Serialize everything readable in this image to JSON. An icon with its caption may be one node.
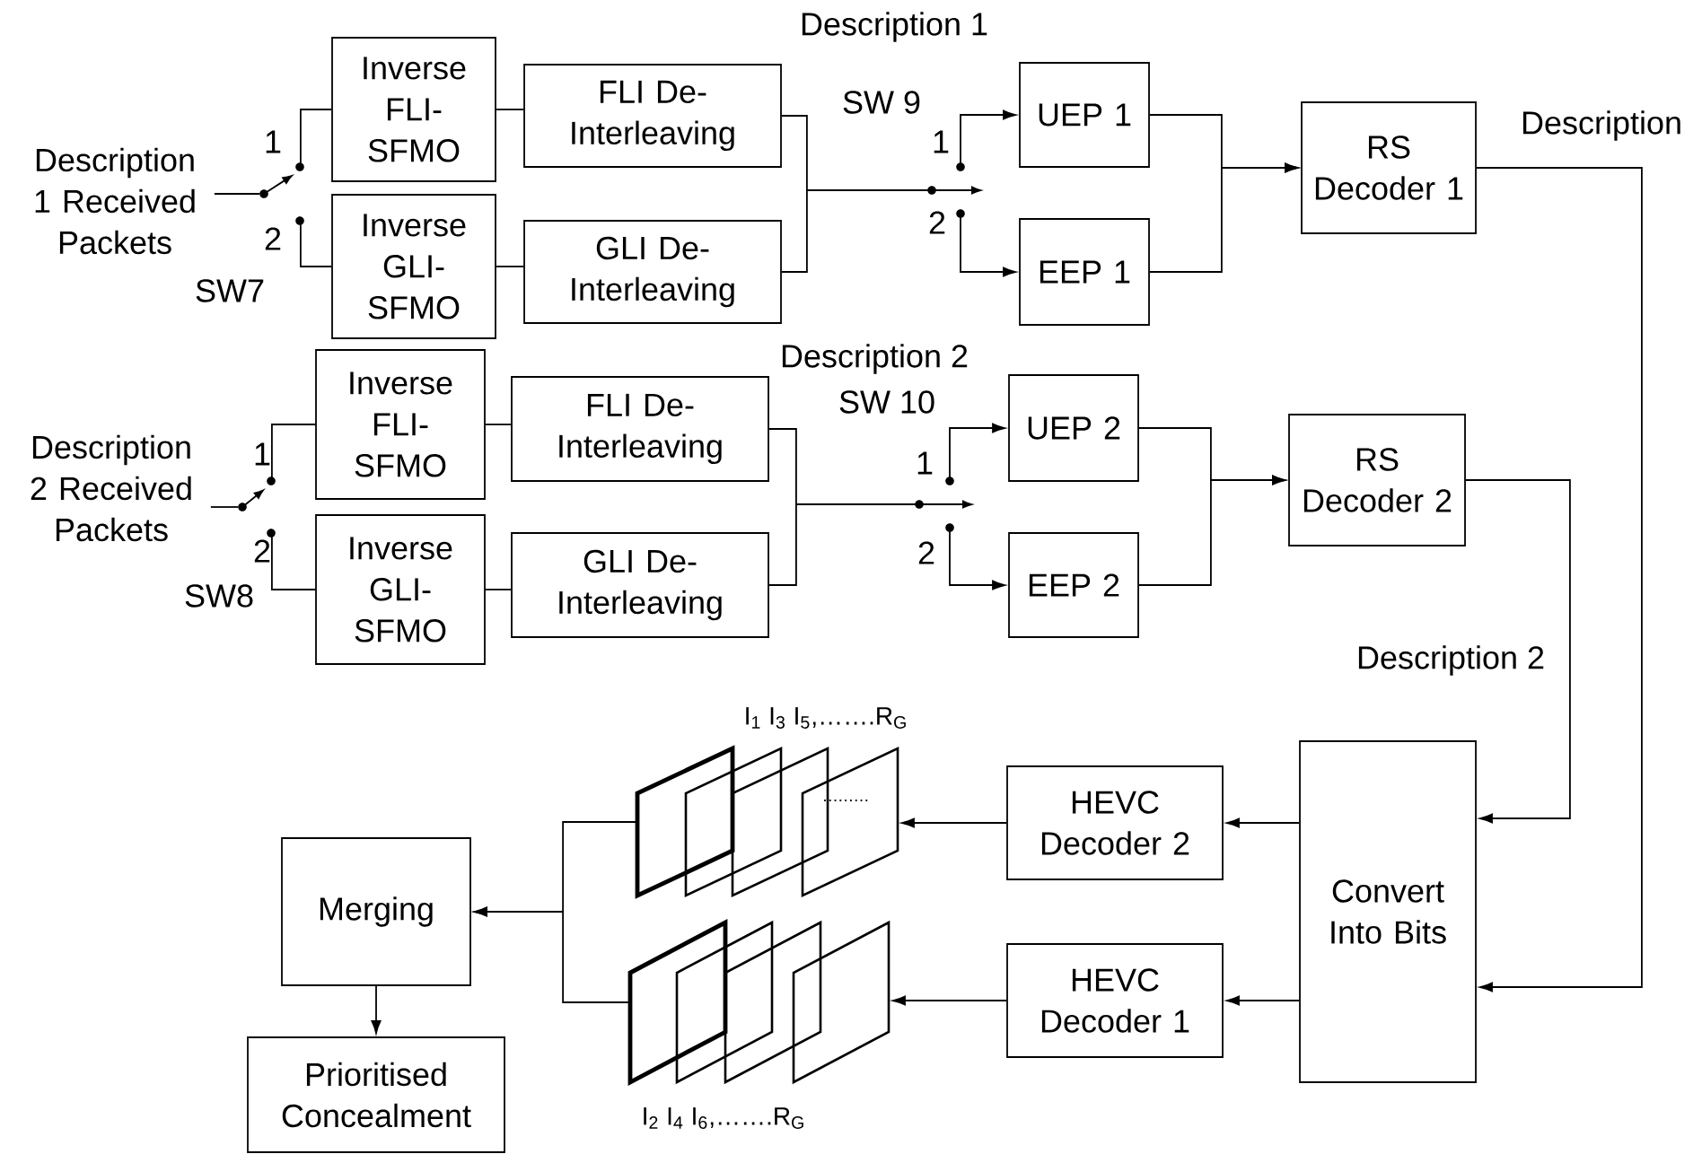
{
  "diagram": {
    "nodes": [
      {
        "text": [
          "Description 1 Received Packets"
        ]
      },
      {
        "text": [],
        "shape": "switch",
        "beside": [
          "1",
          "2",
          "SW7"
        ]
      },
      {
        "text": [
          "Inverse FLI-SFMO"
        ]
      },
      {
        "text": [
          "Inverse GLI-SFMO"
        ]
      },
      {
        "text": [
          "FLI De-Interleaving"
        ]
      },
      {
        "text": [
          "GLI De-Interleaving"
        ]
      },
      {
        "text": [],
        "shape": "switch",
        "beside": [
          "SW 9",
          "1",
          "2"
        ]
      },
      {
        "text": [
          "UEP 1"
        ]
      },
      {
        "text": [
          "EEP 1"
        ]
      },
      {
        "text": [
          "RS Decoder 1"
        ]
      },
      {
        "text": [
          "Description 2 Received Packets"
        ]
      },
      {
        "text": [],
        "shape": "switch",
        "beside": [
          "1",
          "2",
          "SW8"
        ]
      },
      {
        "text": [
          "Inverse FLI-SFMO"
        ]
      },
      {
        "text": [
          "Inverse GLI-SFMO"
        ]
      },
      {
        "text": [
          "FLI De-Interleaving"
        ]
      },
      {
        "text": [
          "GLI De-Interleaving"
        ]
      },
      {
        "text": [],
        "shape": "switch",
        "beside": [
          "SW 10",
          "1",
          "2"
        ]
      },
      {
        "text": [
          "UEP 2"
        ]
      },
      {
        "text": [
          "EEP 2"
        ]
      },
      {
        "text": [
          "RS Decoder 2"
        ]
      },
      {
        "text": [
          "Convert Into Bits"
        ]
      },
      {
        "text": [
          "HEVC Decoder 2"
        ]
      },
      {
        "text": [
          "HEVC Decoder 1"
        ]
      },
      {
        "text": [],
        "shape": "picture",
        "beside": [
          "I$_{1}$ I$_{3}$ I$_{5}$,…….R$_{G}$"
        ]
      },
      {
        "text": [],
        "shape": "picture",
        "beside": [
          "I$_{2}$ I$_{4}$ I$_{6}$,…….R$_{G}$"
        ]
      },
      {
        "text": [
          "Merging"
        ]
      },
      {
        "text": [
          "Prioritised Concealment"
        ]
      }
    ],
    "edges": [
      {
        "from": 0,
        "to": 1,
        "arrow": "none"
      },
      {
        "from": 1,
        "to": 2,
        "arrow": "none"
      },
      {
        "from": 1,
        "to": 3,
        "arrow": "none"
      },
      {
        "from": 2,
        "to": 4,
        "arrow": "none"
      },
      {
        "from": 3,
        "to": 5,
        "arrow": "none"
      },
      {
        "from": 4,
        "to": 6,
        "arrow": "none"
      },
      {
        "from": 5,
        "to": 6,
        "arrow": "none"
      },
      {
        "from": 6,
        "to": 7,
        "arrow": "to"
      },
      {
        "from": 6,
        "to": 8,
        "arrow": "to"
      },
      {
        "from": 7,
        "to": 9,
        "arrow": "to"
      },
      {
        "from": 8,
        "to": 9,
        "arrow": "to"
      },
      {
        "from": 9,
        "to": 20,
        "arrow": "to",
        "label": "Description"
      },
      {
        "from": 10,
        "to": 11,
        "arrow": "none"
      },
      {
        "from": 11,
        "to": 12,
        "arrow": "none"
      },
      {
        "from": 11,
        "to": 13,
        "arrow": "none"
      },
      {
        "from": 12,
        "to": 14,
        "arrow": "none"
      },
      {
        "from": 13,
        "to": 15,
        "arrow": "none"
      },
      {
        "from": 14,
        "to": 16,
        "arrow": "none"
      },
      {
        "from": 15,
        "to": 16,
        "arrow": "none"
      },
      {
        "from": 16,
        "to": 17,
        "arrow": "to"
      },
      {
        "from": 16,
        "to": 18,
        "arrow": "to"
      },
      {
        "from": 17,
        "to": 19,
        "arrow": "to"
      },
      {
        "from": 18,
        "to": 19,
        "arrow": "to"
      },
      {
        "from": 19,
        "to": 20,
        "arrow": "to",
        "label": "Description 2"
      },
      {
        "from": 20,
        "to": 21,
        "arrow": "to"
      },
      {
        "from": 20,
        "to": 22,
        "arrow": "to"
      },
      {
        "from": 21,
        "to": 23,
        "arrow": "to"
      },
      {
        "from": 22,
        "to": 24,
        "arrow": "to"
      },
      {
        "from": 23,
        "to": 25,
        "arrow": "to"
      },
      {
        "from": 24,
        "to": 25,
        "arrow": "to"
      },
      {
        "from": 25,
        "to": 26,
        "arrow": "to"
      }
    ],
    "labels": [
      "Description 1",
      "Description 2"
    ]
  }
}
